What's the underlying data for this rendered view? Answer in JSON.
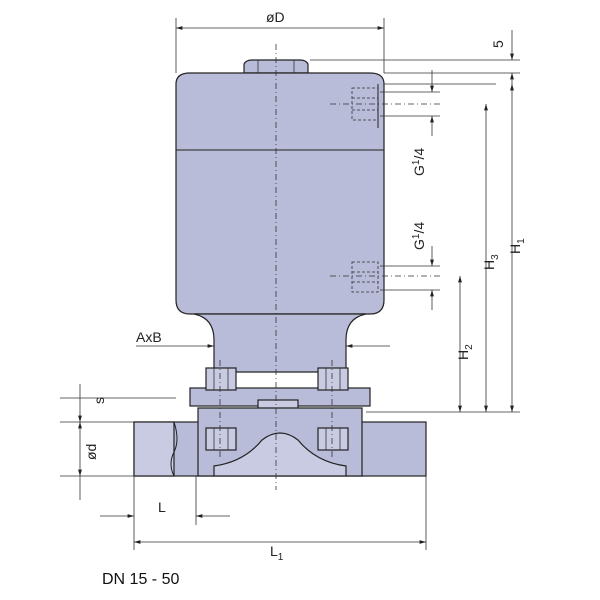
{
  "labels": {
    "diameter_D": "øD",
    "dim_5": "5",
    "port_upper_main": "G",
    "port_upper_sup": "1",
    "port_upper_sub": "/4",
    "port_lower_main": "G",
    "port_lower_sup": "1",
    "port_lower_sub": "/4",
    "H1_main": "H",
    "H1_sub": "1",
    "H2_main": "H",
    "H2_sub": "2",
    "H3_main": "H",
    "H3_sub": "3",
    "AxB": "AxB",
    "s": "s",
    "diameter_d": "ød",
    "L": "L",
    "L1_main": "L",
    "L1_sub": "1",
    "caption": "DN 15 - 50"
  },
  "colors": {
    "body": "#b9bcd8",
    "line": "#222222"
  }
}
